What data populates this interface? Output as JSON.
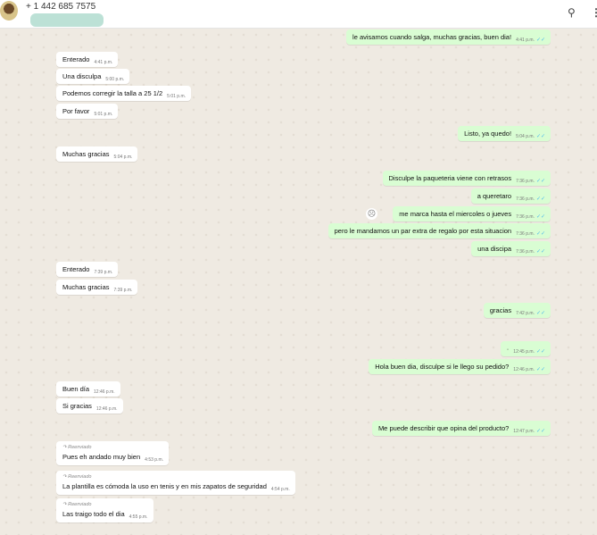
{
  "header": {
    "title": "+ 1 442 685 7575",
    "search_icon": "search-icon",
    "menu_icon": "more-vertical-icon"
  },
  "colors": {
    "outgoing": "#d9fdd3",
    "incoming": "#ffffff",
    "read_ticks": "#53bdeb"
  },
  "forwarded_label": "Reenviado",
  "messages": [
    {
      "dir": "out",
      "text": "le avisamos cuando salga, muchas gracias, buen dia!",
      "time": "4:41 p.m."
    },
    {
      "dir": "in",
      "text": "Enterado",
      "time": "4:41 p.m."
    },
    {
      "dir": "in",
      "text": "Una disculpa",
      "time": "5:00 p.m."
    },
    {
      "dir": "in",
      "text": "Podemos corregir la talla a 25 1/2",
      "time": "5:01 p.m."
    },
    {
      "dir": "in",
      "text": "Por favor",
      "time": "5:01 p.m."
    },
    {
      "dir": "out",
      "text": "Listo, ya quedo!",
      "time": "5:04 p.m."
    },
    {
      "dir": "in",
      "text": "Muchas gracias",
      "time": "5:04 p.m."
    },
    {
      "dir": "out",
      "text": "Disculpe la paqueteria viene con retrasos",
      "time": "7:36 p.m."
    },
    {
      "dir": "out",
      "text": "a queretaro",
      "time": "7:36 p.m."
    },
    {
      "dir": "out",
      "text": "me marca hasta el miercoles o jueves",
      "time": "7:36 p.m."
    },
    {
      "dir": "out",
      "text": "pero le mandamos un par extra de regalo por esta situacion",
      "time": "7:36 p.m."
    },
    {
      "dir": "out",
      "text": "una discipa",
      "time": "7:36 p.m."
    },
    {
      "dir": "in",
      "text": "Enterado",
      "time": "7:39 p.m."
    },
    {
      "dir": "in",
      "text": "Muchas gracias",
      "time": "7:39 p.m."
    },
    {
      "dir": "out",
      "text": "gracias",
      "time": "7:42 p.m."
    },
    {
      "dir": "out",
      "text": "·",
      "time": "12:45 p.m."
    },
    {
      "dir": "out",
      "text": "Hola buen dia, disculpe si le llego su pedido?",
      "time": "12:46 p.m."
    },
    {
      "dir": "in",
      "text": "Buen día",
      "time": "12:46 p.m."
    },
    {
      "dir": "in",
      "text": "Si gracias",
      "time": "12:46 p.m."
    },
    {
      "dir": "out",
      "text": "Me puede describir que opina del producto?",
      "time": "12:47 p.m."
    },
    {
      "dir": "in",
      "text": "Pues eh andado muy bien",
      "time": "4:53 p.m.",
      "forwarded": true
    },
    {
      "dir": "in",
      "text": "La plantilla es cómoda la uso en tenis y en mis zapatos de seguridad",
      "time": "4:54 p.m.",
      "forwarded": true
    },
    {
      "dir": "in",
      "text": "Las traigo todo el dia",
      "time": "4:55 p.m.",
      "forwarded": true
    }
  ],
  "read_status": "read"
}
